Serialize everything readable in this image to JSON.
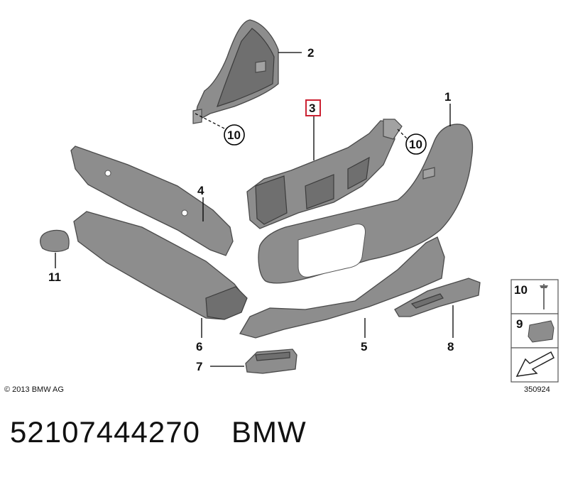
{
  "callouts": {
    "c1": "1",
    "c2": "2",
    "c3": "3",
    "c4": "4",
    "c5": "5",
    "c6": "6",
    "c7": "7",
    "c8": "8",
    "c9": "9",
    "c10a": "10",
    "c10b": "10",
    "c10c": "10",
    "c11": "11"
  },
  "copyright": "© 2013 BMW AG",
  "diagram_number": "350924",
  "footer": {
    "part_number": "52107444270",
    "brand": "BMW"
  },
  "colors": {
    "highlight_box": "#cc2233",
    "part_fill": "#8d8d8d"
  }
}
